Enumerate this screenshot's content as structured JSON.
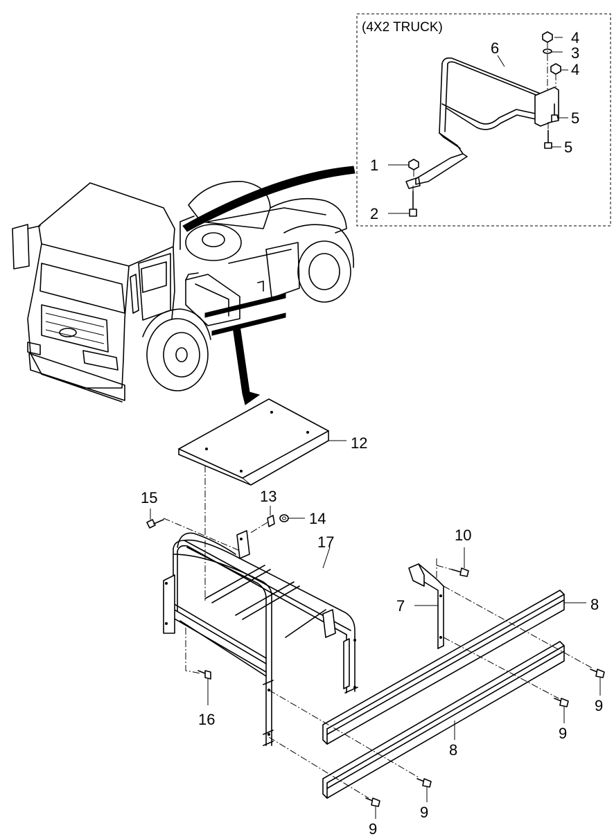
{
  "inset": {
    "caption": "(4X2 TRUCK)"
  },
  "labels": {
    "p1": "1",
    "p2": "2",
    "p3": "3",
    "p4a": "4",
    "p4b": "4",
    "p5a": "5",
    "p5b": "5",
    "p6": "6",
    "p7": "7",
    "p8a": "8",
    "p8b": "8",
    "p9a": "9",
    "p9b": "9",
    "p9c": "9",
    "p9d": "9",
    "p10": "10",
    "p12": "12",
    "p13": "13",
    "p14": "14",
    "p15": "15",
    "p16": "16",
    "p17": "17"
  }
}
